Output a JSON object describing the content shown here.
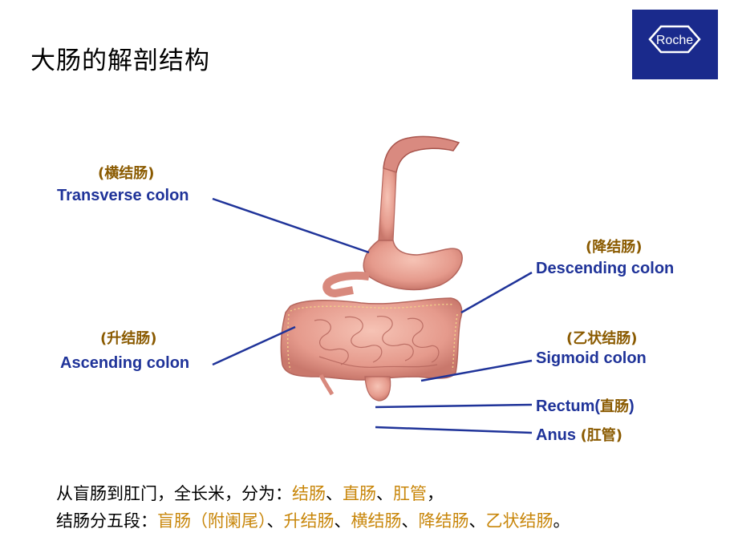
{
  "title": "大肠的解剖结构",
  "logo": {
    "text": "Roche",
    "icon": "roche-hexagon-logo"
  },
  "labels": {
    "transverse": {
      "zh": "(横结肠)",
      "en": "Transverse colon"
    },
    "descending": {
      "zh": "(降结肠)",
      "en": "Descending colon"
    },
    "ascending": {
      "zh": "(升结肠)",
      "en": "Ascending colon"
    },
    "sigmoid": {
      "zh": "(乙状结肠)",
      "en": "Sigmoid colon"
    },
    "rectum": {
      "en": "Rectum(",
      "zh": "直肠",
      "close": ")"
    },
    "anus": {
      "en": "Anus ",
      "zh": "(肛管)"
    }
  },
  "summary": {
    "line1": {
      "prefix": "从盲肠到肛门，全长米，分为：",
      "items": [
        "结肠",
        "直肠",
        "肛管"
      ],
      "sep": "、",
      "suffix": "，"
    },
    "line2": {
      "prefix": "结肠分五段：",
      "items": [
        "盲肠（附阑尾）",
        "升结肠",
        "横结肠",
        "降结肠",
        "乙状结肠"
      ],
      "sep": "、",
      "suffix": "。"
    }
  },
  "colors": {
    "label_blue": "#1f3399",
    "zh_gold": "#8a5a00",
    "logo_blue": "#1a2a8c",
    "highlight": "#c8860a"
  }
}
